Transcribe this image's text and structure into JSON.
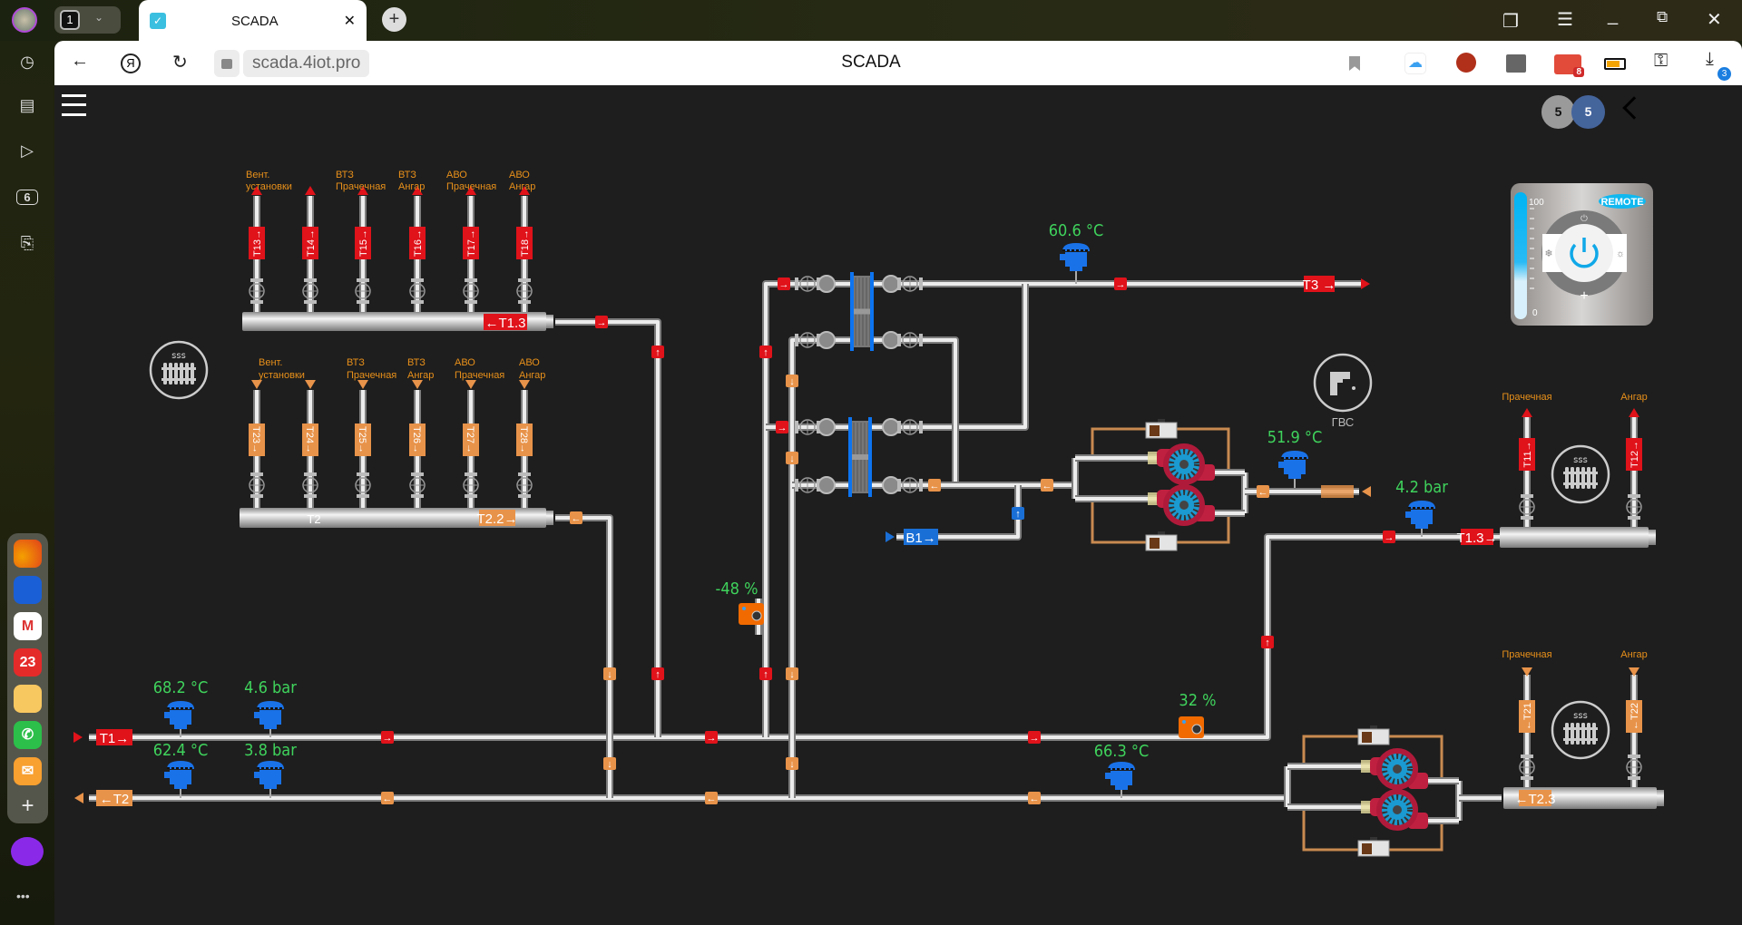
{
  "browser": {
    "tab_count": "1",
    "tab_title": "SCADA",
    "url": "scada.4iot.pro",
    "page_title": "SCADA",
    "mail_badge": "8",
    "downloads_badge": "3"
  },
  "sidebar": {
    "tabs_badge": "6",
    "calendar_day": "23"
  },
  "scada": {
    "badges": [
      "5",
      "5"
    ],
    "remote": {
      "label": "REMOTE",
      "scale_max": "100",
      "scale_min": "0"
    },
    "supply_manifold": {
      "tag": "←T1.3",
      "branches": [
        {
          "line1": "Вент.",
          "line2": "установки",
          "tag": "T13→"
        },
        {
          "line1": "",
          "line2": "",
          "tag": "T14→"
        },
        {
          "line1": "ВТЗ",
          "line2": "Прачечная",
          "tag": "T15→"
        },
        {
          "line1": "ВТЗ",
          "line2": "Ангар",
          "tag": "T16→"
        },
        {
          "line1": "АВО",
          "line2": "Прачечная",
          "tag": "T17→"
        },
        {
          "line1": "АВО",
          "line2": "Ангар",
          "tag": "T18→"
        }
      ]
    },
    "return_manifold": {
      "tag": "T2.2→",
      "center": "T2",
      "branches": [
        {
          "line1": "Вент.",
          "line2": "установки",
          "tag": "T23→"
        },
        {
          "line1": "",
          "line2": "",
          "tag": "T24→"
        },
        {
          "line1": "ВТЗ",
          "line2": "Прачечная",
          "tag": "T25→"
        },
        {
          "line1": "ВТЗ",
          "line2": "Ангар",
          "tag": "T26→"
        },
        {
          "line1": "АВО",
          "line2": "Прачечная",
          "tag": "T27→"
        },
        {
          "line1": "АВО",
          "line2": "Ангар",
          "tag": "T28→"
        }
      ]
    },
    "lines": {
      "t1": "T1→",
      "t2": "←T2",
      "b1": "B1→",
      "t3": "T3 →"
    },
    "readings": {
      "t1_temp": "68.2 °C",
      "t1_pressure": "4.6 bar",
      "t2_temp": "62.4 °C",
      "t2_pressure": "3.8 bar",
      "hx_supply_temp": "60.6 °C",
      "dhw_temp": "51.9 °C",
      "heating_pressure": "4.2 bar",
      "return_temp": "66.3 °C",
      "valve1_position": "-48 %",
      "valve2_position": "32 %"
    },
    "dhw_label": "ГВС",
    "right_supply": {
      "tag": "T1.3→",
      "branches": [
        {
          "label": "Прачечная",
          "tag": "T11→"
        },
        {
          "label": "Ангар",
          "tag": "T12→"
        }
      ]
    },
    "right_return": {
      "tag": "←T2.3",
      "branches": [
        {
          "label": "Прачечная",
          "tag": "←T21"
        },
        {
          "label": "Ангар",
          "tag": "←T22"
        }
      ]
    },
    "colors": {
      "supply": "#e0121a",
      "return": "#e8934a",
      "cold": "#1a6fd6",
      "value": "#3fd35c",
      "label": "#e8901a",
      "background": "#1e1e1e"
    }
  }
}
